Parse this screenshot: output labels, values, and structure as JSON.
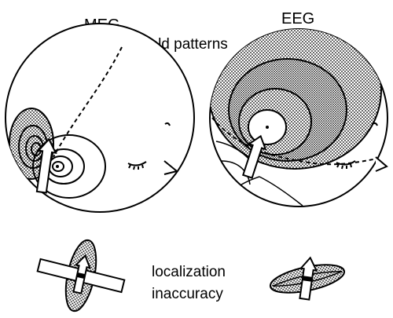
{
  "labels": {
    "meg": "MEG",
    "eeg": "EEG",
    "field_patterns": "field patterns",
    "localization_line1": "localization",
    "localization_line2": "inaccuracy"
  },
  "colors": {
    "ink": "#000000",
    "shade": "#bdbdbd",
    "shade_light": "#d6d6d6",
    "paper": "#ffffff"
  },
  "icons": {
    "dipole": "arrow",
    "eye": "eyelashes",
    "nose": "triangle"
  }
}
